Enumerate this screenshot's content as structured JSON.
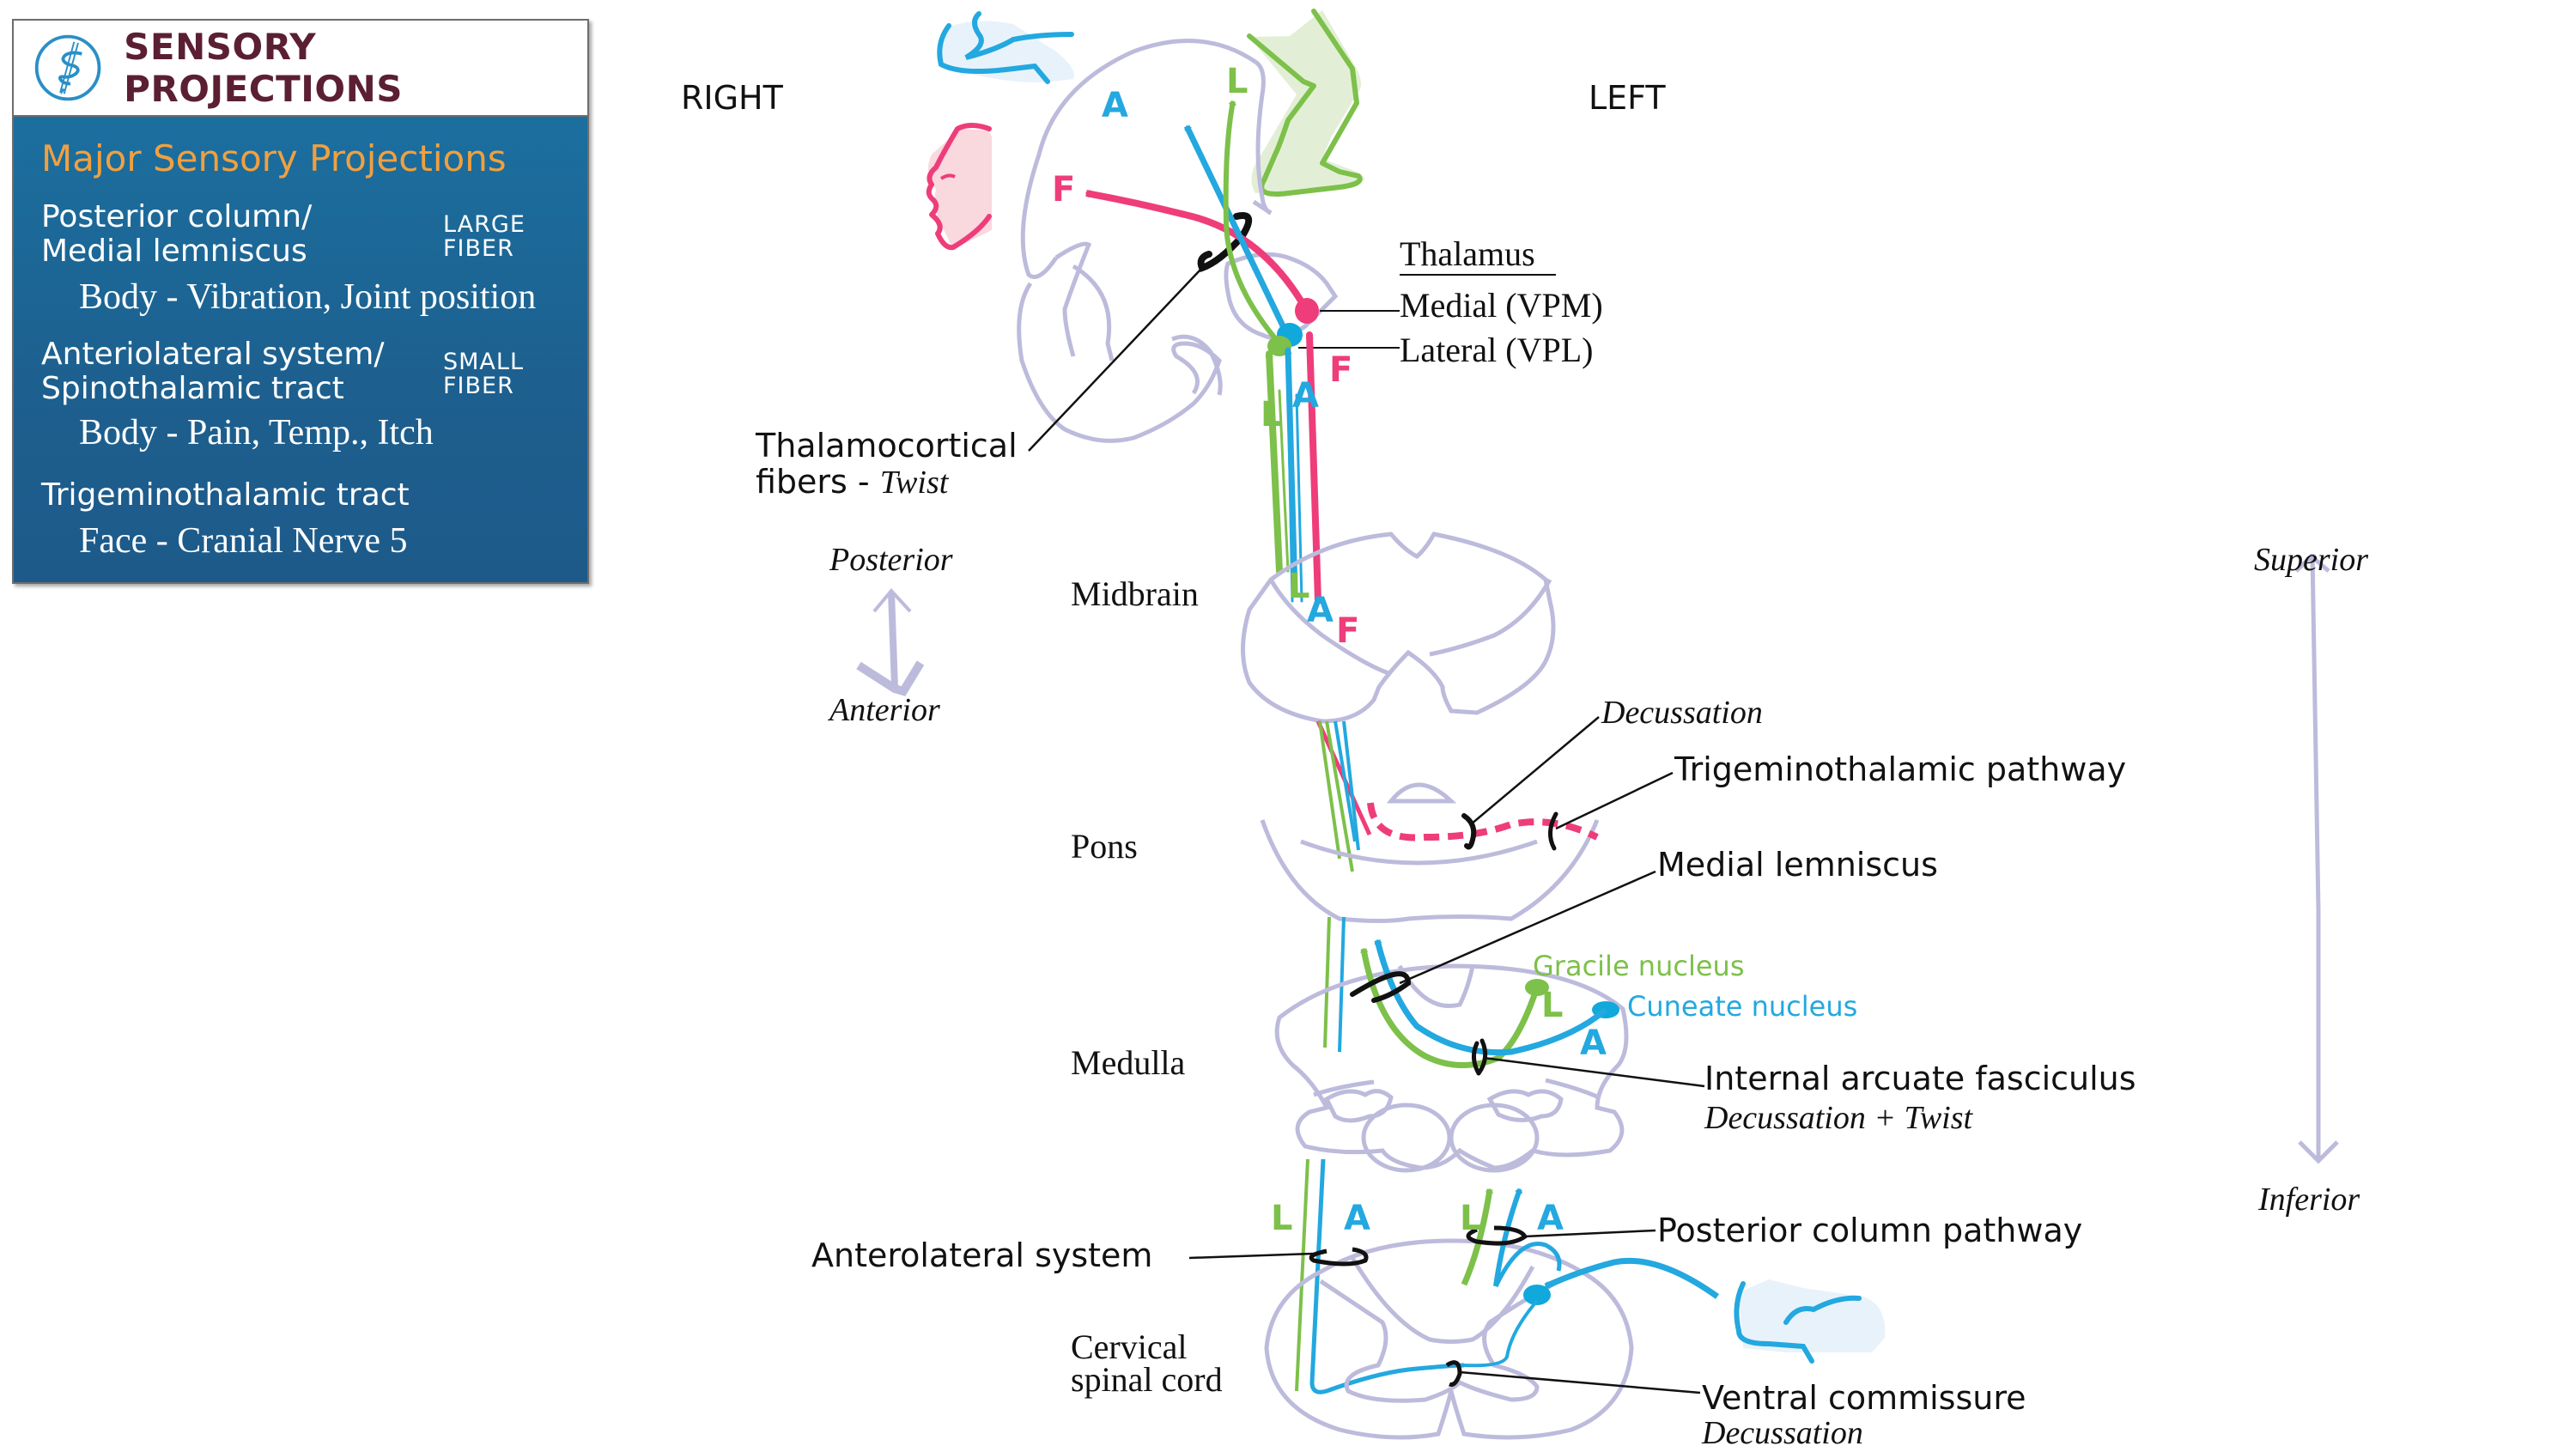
{
  "info_box": {
    "title": "SENSORY PROJECTIONS",
    "logo_icon": "caduceus-pencil-icon",
    "subtitle": "Major Sensory Projections",
    "sections": [
      {
        "line1": "Posterior column/",
        "line2": "Medial lemniscus",
        "fiber1": "LARGE",
        "fiber2": "FIBER",
        "detail": "Body - Vibration, Joint position"
      },
      {
        "line1": "Anteriolateral system/",
        "line2": "Spinothalamic tract",
        "fiber1": "SMALL",
        "fiber2": "FIBER",
        "detail": "Body - Pain, Temp., Itch"
      },
      {
        "line1": "Trigeminothalamic tract",
        "line2": "",
        "fiber1": "",
        "fiber2": "",
        "detail": "Face - Cranial Nerve 5"
      }
    ]
  },
  "orientation": {
    "right": "RIGHT",
    "left": "LEFT",
    "posterior": "Posterior",
    "anterior": "Anterior",
    "superior": "Superior",
    "inferior": "Inferior"
  },
  "levels": {
    "midbrain": "Midbrain",
    "pons": "Pons",
    "medulla": "Medulla",
    "spinal_line1": "Cervical",
    "spinal_line2": "spinal cord"
  },
  "thalamus": {
    "title": "Thalamus",
    "medial": "Medial (VPM)",
    "lateral": "Lateral (VPL)"
  },
  "annotations": {
    "thalamocortical_line1": "Thalamocortical",
    "thalamocortical_line2": "fibers - ",
    "thalamocortical_italic": "Twist",
    "decussation_pons": "Decussation",
    "trigeminothalamic": "Trigeminothalamic pathway",
    "medial_lemniscus": "Medial lemniscus",
    "gracile": "Gracile nucleus",
    "cuneate": "Cuneate nucleus",
    "internal_arcuate": "Internal arcuate fasciculus",
    "internal_arcuate_sub": "Decussation + Twist",
    "anterolateral": "Anterolateral system",
    "posterior_column": "Posterior column pathway",
    "ventral_commissure": "Ventral commissure",
    "ventral_commissure_sub": "Decussation"
  },
  "pathway_letters": {
    "face": "F",
    "arm": "A",
    "leg": "L"
  },
  "colors": {
    "face_pathway": "#ee3d7a",
    "arm_pathway": "#23a8df",
    "leg_pathway": "#7dc04a",
    "outline": "#bdbbdc",
    "title_maroon": "#5b1f33",
    "subtitle_orange": "#f0a040",
    "box_blue": "#1d5f8e"
  }
}
